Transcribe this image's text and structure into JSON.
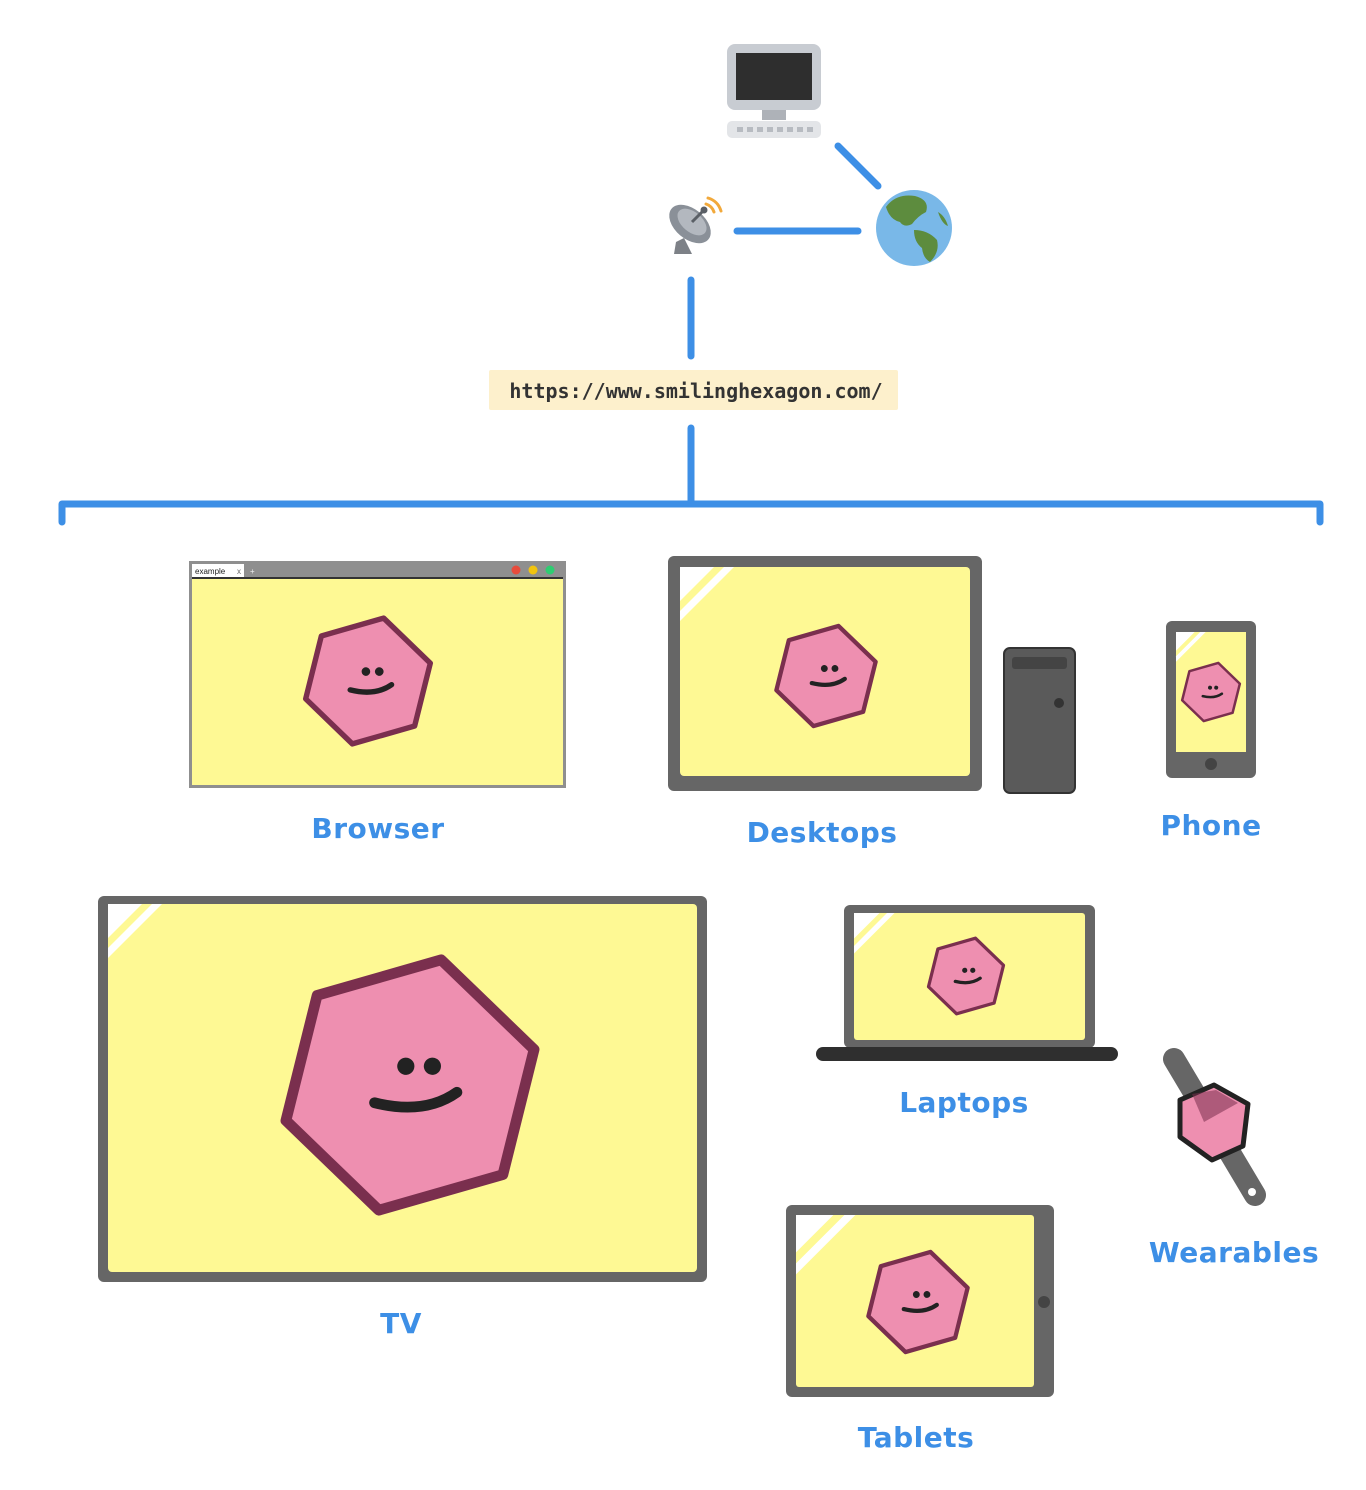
{
  "url": "https://www.smilinghexagon.com/",
  "browser_tab": {
    "title": "example",
    "close": "x",
    "new_tab": "+"
  },
  "labels": {
    "browser": "Browser",
    "desktops": "Desktops",
    "phone": "Phone",
    "tv": "TV",
    "laptops": "Laptops",
    "wearables": "Wearables",
    "tablets": "Tablets"
  },
  "icons": {
    "server": "desktop-computer-icon",
    "antenna": "satellite-antenna-icon",
    "globe": "globe-americas-icon"
  },
  "colors": {
    "line": "#3d8fe6",
    "label": "#3d8fe6",
    "screen": "#fef994",
    "hexagon": "#ee8fb0",
    "hexagon_outline": "#7a2f4e",
    "device_frame": "#666666",
    "url_badge": "#fdf0cc"
  }
}
